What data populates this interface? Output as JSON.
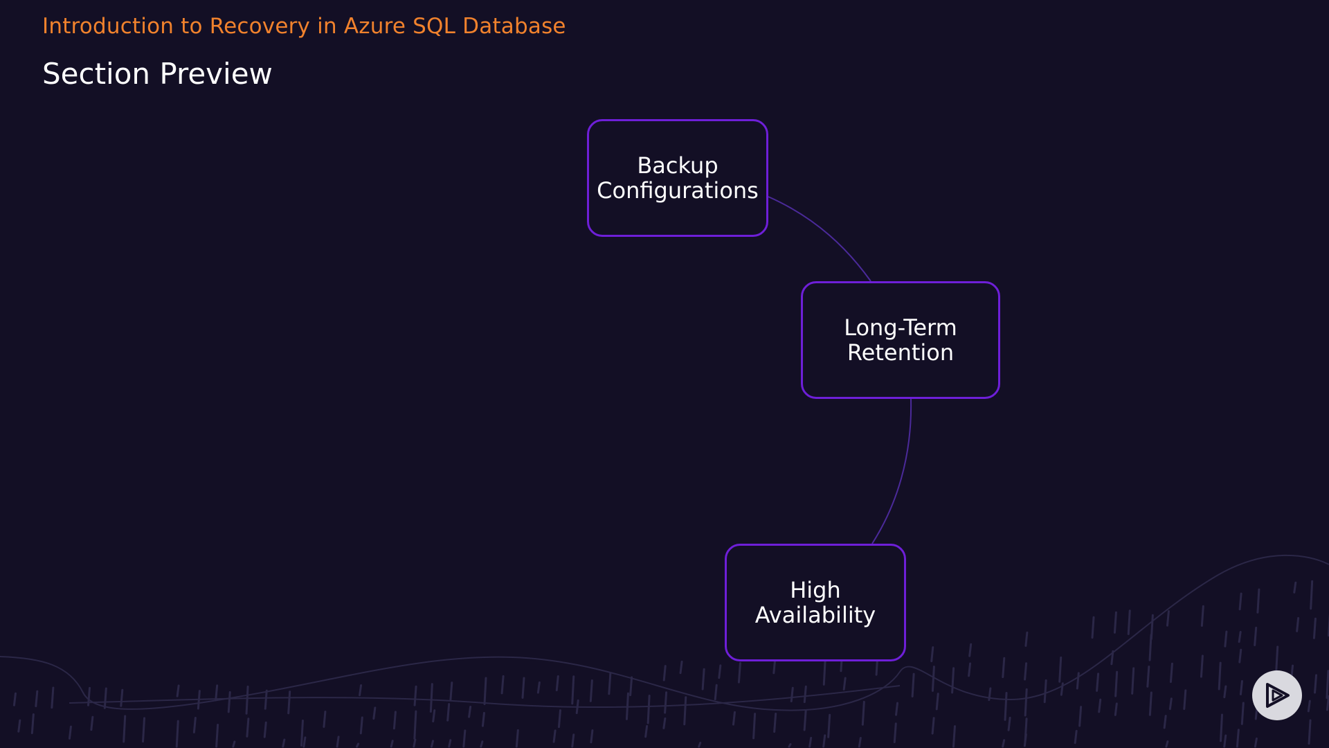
{
  "header": {
    "course_title": "Introduction to Recovery in Azure SQL Database",
    "section_title": "Section Preview"
  },
  "diagram": {
    "nodes": [
      {
        "id": "backup",
        "line1": "Backup",
        "line2": "Configurations"
      },
      {
        "id": "ltr",
        "line1": "Long-Term",
        "line2": "Retention"
      },
      {
        "id": "ha",
        "line1": "High",
        "line2": "Availability"
      }
    ],
    "edges": [
      [
        "backup",
        "ltr"
      ],
      [
        "ltr",
        "ha"
      ]
    ]
  },
  "branding": {
    "logo_icon": "play-logo-icon"
  },
  "colors": {
    "background": "#130f25",
    "accent_title": "#f1822d",
    "node_border": "#6e1fd8",
    "connector": "#4b2a9a",
    "decoration": "#2b2747"
  }
}
